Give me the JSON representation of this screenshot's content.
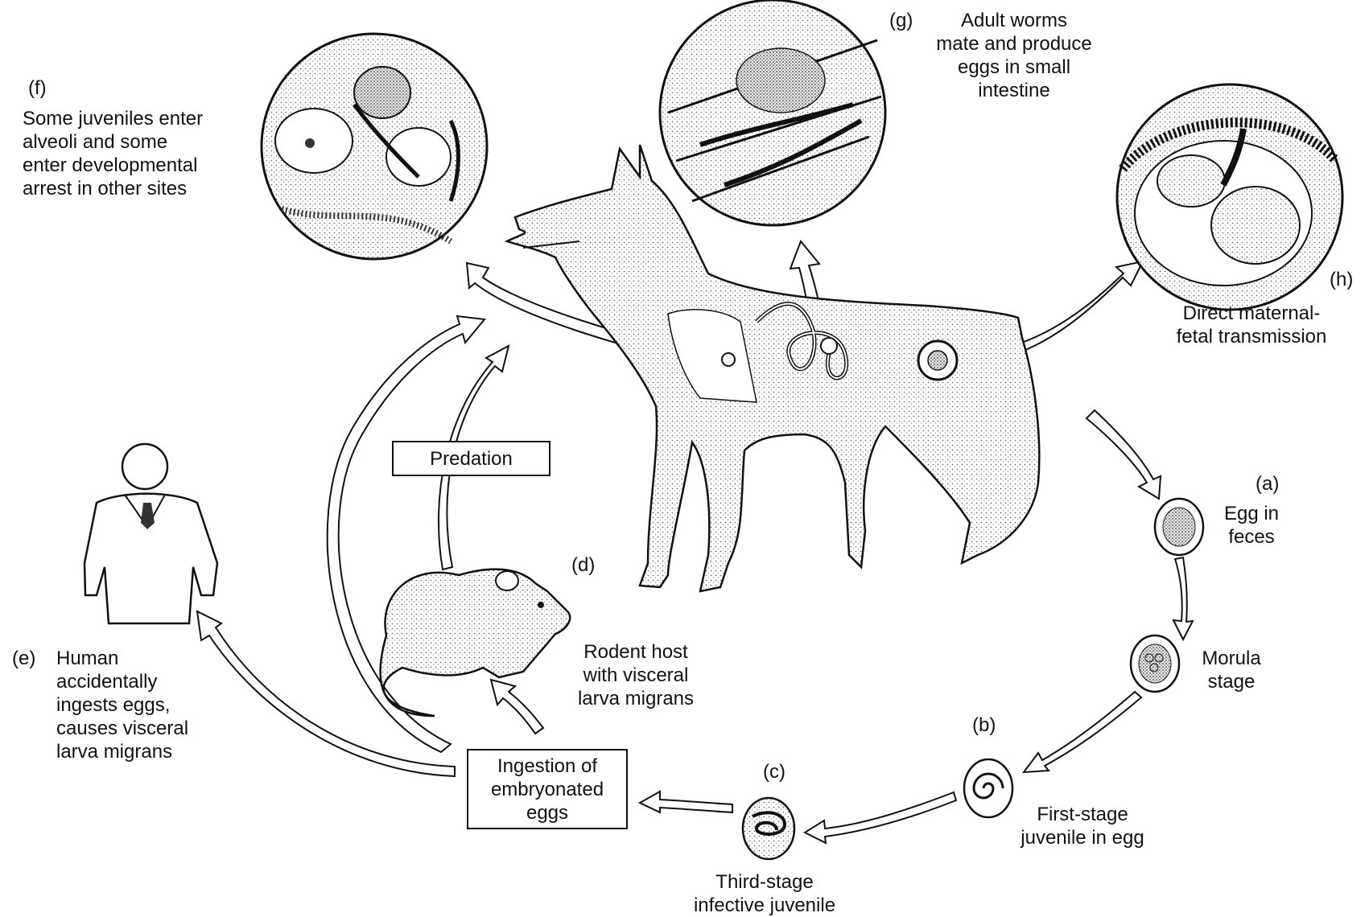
{
  "labels": {
    "f_letter": "(f)",
    "f_text": [
      "Some juveniles enter",
      "alveoli and some",
      "enter developmental",
      "arrest in other sites"
    ],
    "g_letter": "(g)",
    "g_text": [
      "Adult worms",
      "mate and produce",
      "eggs in small",
      "intestine"
    ],
    "h_letter": "(h)",
    "h_text": [
      "Direct maternal-",
      "fetal transmission"
    ],
    "a_letter": "(a)",
    "a_text": [
      "Egg in",
      "feces"
    ],
    "morula": [
      "Morula",
      "stage"
    ],
    "b_letter": "(b)",
    "b_text": [
      "First-stage",
      "juvenile in egg"
    ],
    "c_letter": "(c)",
    "c_text": [
      "Third-stage",
      "infective juvenile"
    ],
    "d_letter": "(d)",
    "d_text": [
      "Rodent host",
      "with visceral",
      "larva migrans"
    ],
    "e_letter": "(e)",
    "e_text": [
      "Human",
      "accidentally",
      "ingests eggs,",
      "causes visceral",
      "larva migrans"
    ],
    "predation": "Predation",
    "ingestion": [
      "Ingestion of",
      "embryonated",
      "eggs"
    ]
  },
  "illustrations": [
    "lung-alveoli-circle",
    "intestine-worms-circle",
    "uterus-fetus-circle",
    "dog",
    "rodent",
    "human",
    "egg",
    "morula-egg",
    "first-stage-egg",
    "third-stage-egg"
  ]
}
